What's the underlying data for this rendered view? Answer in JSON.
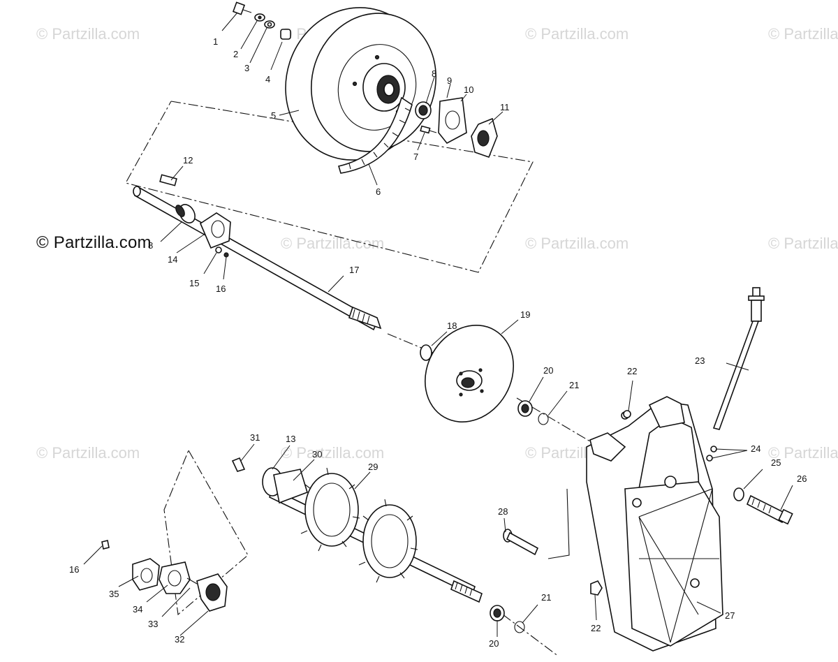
{
  "watermark": "© Partzilla.com",
  "brand": "© Partzilla.com",
  "callouts": [
    "1",
    "2",
    "3",
    "4",
    "5",
    "6",
    "7",
    "8",
    "9",
    "10",
    "11",
    "12",
    "8",
    "14",
    "15",
    "16",
    "17",
    "18",
    "19",
    "20",
    "21",
    "22",
    "23",
    "24",
    "25",
    "26",
    "27",
    "28",
    "21",
    "20",
    "22",
    "29",
    "30",
    "13",
    "31",
    "16",
    "35",
    "34",
    "33",
    "32"
  ]
}
